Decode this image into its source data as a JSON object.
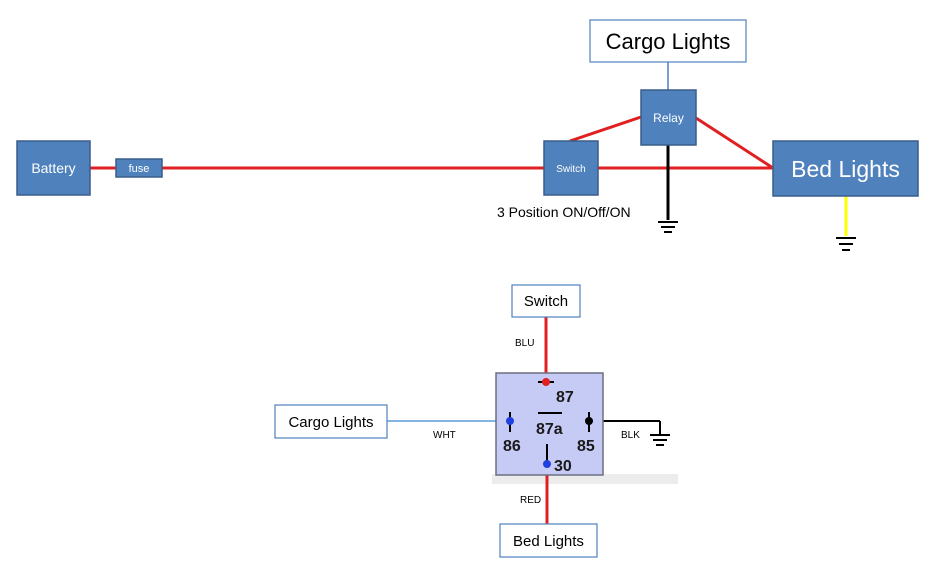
{
  "top_diagram": {
    "battery": "Battery",
    "fuse": "fuse",
    "switch": "Switch",
    "relay": "Relay",
    "bed_lights": "Bed Lights",
    "cargo_lights": "Cargo Lights",
    "switch_caption": "3 Position ON/Off/ON"
  },
  "relay_diagram": {
    "switch": "Switch",
    "cargo_lights": "Cargo Lights",
    "bed_lights": "Bed Lights",
    "pins": {
      "p87": "87",
      "p87a": "87a",
      "p86": "86",
      "p85": "85",
      "p30": "30"
    },
    "wires": {
      "blu": "BLU",
      "wht": "WHT",
      "blk": "BLK",
      "red": "RED"
    }
  },
  "colors": {
    "node_fill": "#4f81bd",
    "node_stroke": "#385d8a",
    "wire_red": "#e02020",
    "wire_black": "#000000",
    "wire_yellow": "#ffff00",
    "wire_blue": "#5b9bd5",
    "relay_body": "#c6cbf5",
    "pin_blue": "#1f3fe0",
    "pin_red": "#e02020"
  }
}
